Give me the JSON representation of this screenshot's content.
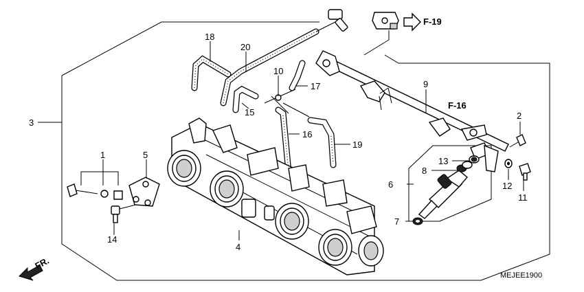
{
  "refs": {
    "top": "F-19",
    "mid": "F-16"
  },
  "callouts": {
    "c1": "1",
    "c2": "2",
    "c3": "3",
    "c4": "4",
    "c5": "5",
    "c6": "6",
    "c7": "7",
    "c8": "8",
    "c9": "9",
    "c10": "10",
    "c11": "11",
    "c12": "12",
    "c13": "13",
    "c14": "14",
    "c15": "15",
    "c16": "16",
    "c17": "17",
    "c18": "18",
    "c19": "19",
    "c20": "20"
  },
  "direction_label": "FR.",
  "diagram_code": "MEJEE1900"
}
